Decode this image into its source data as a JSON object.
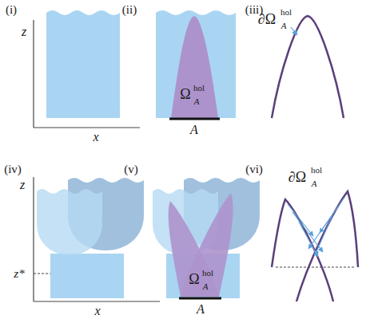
{
  "diagram": {
    "labels": [
      "(i)",
      "z",
      "x",
      "(ii)",
      "Ω",
      "hol",
      "A",
      "A",
      "(iii)",
      "∂Ω",
      "hol",
      "A",
      "(iv)",
      "z",
      "x",
      "z*",
      "(v)",
      "Ω",
      "hol",
      "A",
      "A",
      "(vi)",
      "∂Ω",
      "hol",
      "A"
    ]
  }
}
